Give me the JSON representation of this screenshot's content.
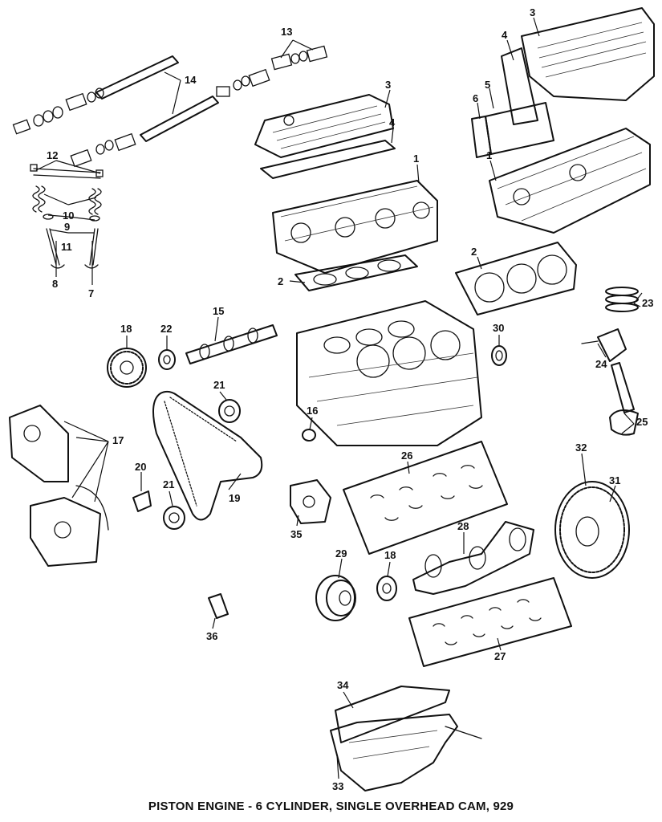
{
  "caption": "PISTON ENGINE - 6 CYLINDER, SINGLE OVERHEAD CAM, 929",
  "callouts": {
    "c1a": "1",
    "c1b": "1",
    "c2a": "2",
    "c2b": "2",
    "c3a": "3",
    "c3b": "3",
    "c4a": "4",
    "c4b": "4",
    "c5": "5",
    "c6": "6",
    "c7": "7",
    "c8": "8",
    "c9": "9",
    "c10": "10",
    "c11": "11",
    "c12": "12",
    "c13": "13",
    "c14": "14",
    "c15": "15",
    "c16": "16",
    "c17": "17",
    "c18a": "18",
    "c18b": "18",
    "c19": "19",
    "c20": "20",
    "c21a": "21",
    "c21b": "21",
    "c22": "22",
    "c23": "23",
    "c24": "24",
    "c25": "25",
    "c26": "26",
    "c27": "27",
    "c28": "28",
    "c29": "29",
    "c30": "30",
    "c31": "31",
    "c32": "32",
    "c33": "33",
    "c34": "34",
    "c35": "35",
    "c36": "36"
  }
}
